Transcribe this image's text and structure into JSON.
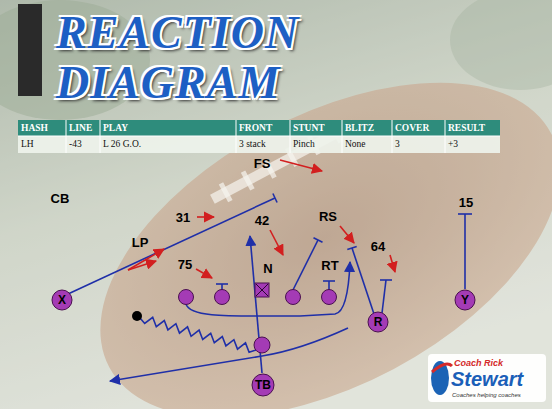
{
  "diagram": {
    "title": "REACTION DIAGRAM",
    "nodes": [
      {
        "text": [
          "X"
        ]
      },
      {
        "text": [
          "Y"
        ]
      },
      {
        "text": [
          "R"
        ]
      },
      {
        "text": [
          "TB"
        ]
      }
    ],
    "labels": [
      "HASH",
      "LINE",
      "PLAY",
      "FRONT",
      "STUNT",
      "BLITZ",
      "COVER",
      "RESULT",
      "LH",
      "-43",
      "L 26 G.O.",
      "3 stack",
      "Pinch",
      "None",
      "3",
      "+3",
      "FS",
      "CB",
      "15",
      "31",
      "42",
      "RS",
      "LP",
      "64",
      "75",
      "N",
      "RT",
      "Coach Rick",
      "Stewart",
      "Coaches helping coaches"
    ]
  }
}
